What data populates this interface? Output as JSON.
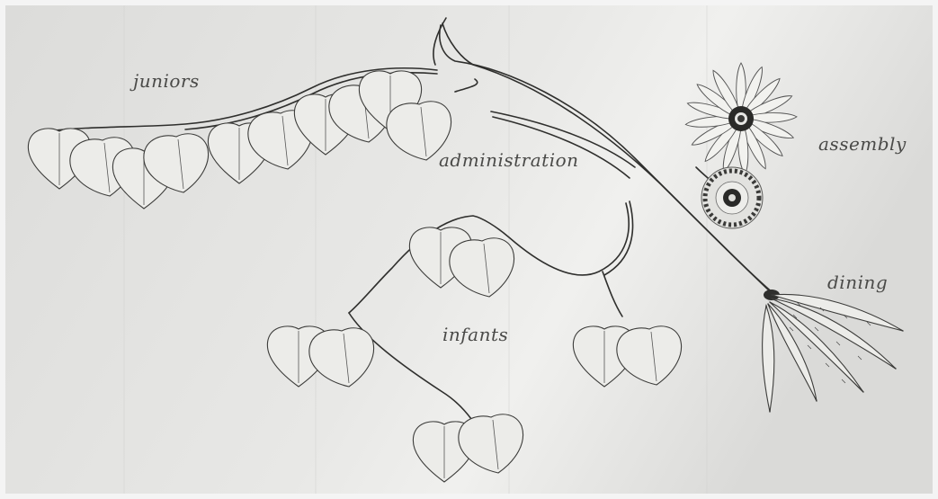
{
  "labels": {
    "juniors": "juniors",
    "administration": "administration",
    "assembly": "assembly",
    "dining": "dining",
    "infants": "infants"
  }
}
